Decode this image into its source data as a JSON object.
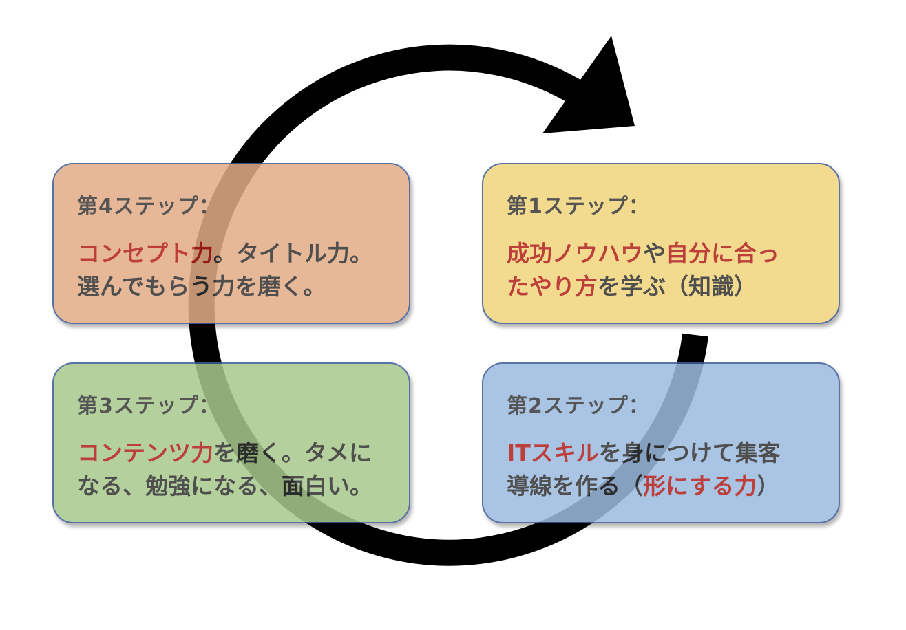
{
  "colors": {
    "arrow": "#000000",
    "highlight_text": "#b3201c",
    "body_text": "#333333",
    "step4_fill": "#e3ad87",
    "step1_fill": "#f1d57c",
    "step3_fill": "#a8c98c",
    "step2_fill": "#9dbbe0",
    "card_border": "#3d5a99"
  },
  "icons": {
    "cycle_arrow": "circular-clockwise-arrow-icon"
  },
  "steps": {
    "step4": {
      "heading": "第4ステップ：",
      "line1_red": "コンセプト力",
      "line1_rest": "。タイトル力。",
      "line2": "選んでもらう力を磨く。"
    },
    "step1": {
      "heading": "第1ステップ：",
      "line1_red_a": "成功ノウハウ",
      "line1_mid": "や",
      "line1_red_b": "自分に合っ",
      "line2_red": "たやり方",
      "line2_rest": "を学ぶ（知識）"
    },
    "step3": {
      "heading": "第3ステップ：",
      "line1_red": "コンテンツ力",
      "line1_rest": "を磨く。タメに",
      "line2": "なる、勉強になる、面白い。"
    },
    "step2": {
      "heading": "第2ステップ：",
      "line1_red": "ITスキル",
      "line1_rest": "を身につけて集客",
      "line2_start": "導線を作る（",
      "line2_red": "形にする力",
      "line2_end": "）"
    }
  }
}
